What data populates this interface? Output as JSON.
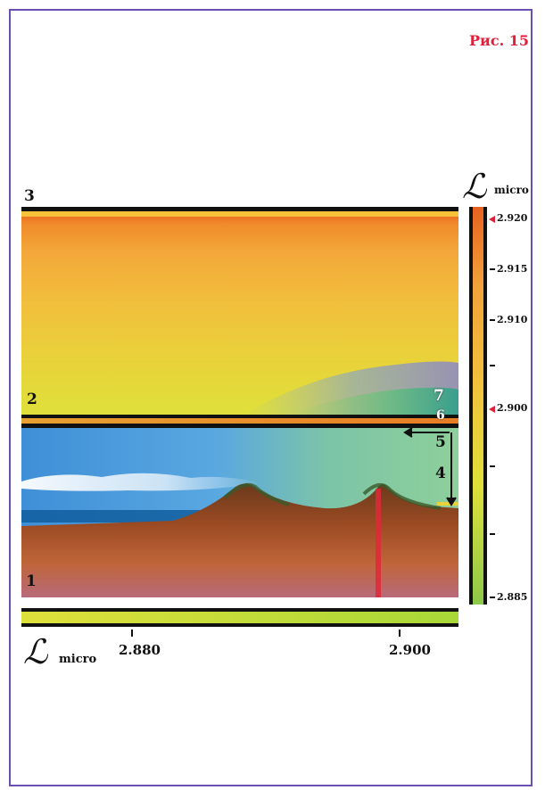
{
  "figure_label": "Рис. 15",
  "region_numbers": [
    "1",
    "2",
    "3",
    "4",
    "5",
    "6",
    "7"
  ],
  "vertical_axis": {
    "symbol": "ℒ",
    "unit": "micro",
    "tick_labels": [
      "2.920",
      "2.915",
      "2.910",
      "2.900",
      "2.885"
    ],
    "marked_values": [
      "2.920",
      "2.900"
    ]
  },
  "horizontal_axis": {
    "symbol": "ℒ",
    "unit": "micro",
    "tick_labels": [
      "2.880",
      "2.900"
    ]
  },
  "colors": {
    "frame": "#6a4fb0",
    "figure_label": "#e0203a",
    "marker": "#e0203a",
    "orange": "#f08a2a",
    "yellow_green": "#dfe03a",
    "sky": "#3f8fd8",
    "terrain": "#7a3a1c"
  }
}
